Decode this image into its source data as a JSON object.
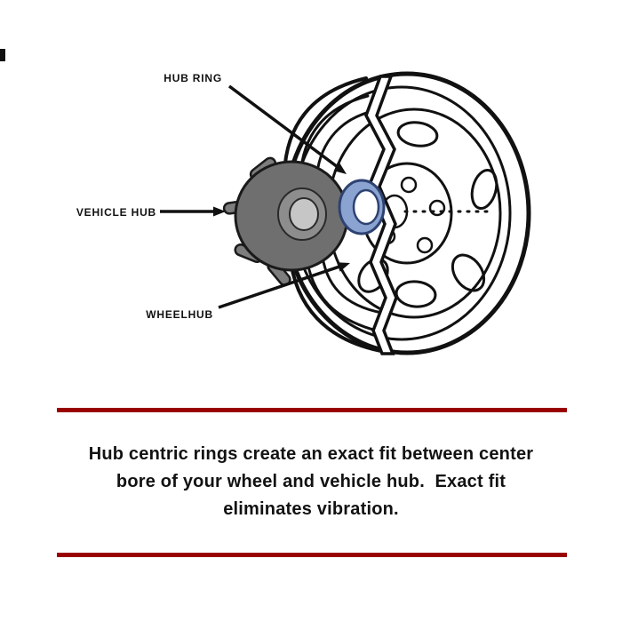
{
  "diagram": {
    "labels": {
      "hub_ring": "HUB RING",
      "vehicle_hub": "VEHICLE HUB",
      "wheelhub": "WHEELHUB"
    },
    "colors": {
      "outline": "#111111",
      "hub_ring_fill": "#8aa3d0",
      "hub_ring_stroke": "#2e4272",
      "vehicle_hub_fill": "#6f6f6f",
      "vehicle_hub_center_fill": "#8d8d8d",
      "vehicle_hub_bore_fill": "#c6c6c6",
      "stud_fill": "#7d7d7d",
      "divider_red": "#990000"
    }
  },
  "caption": {
    "line1": "Hub centric rings create an exact fit between center",
    "line2": "bore of your wheel and vehicle hub.  Exact fit",
    "line3": "eliminates vibration."
  }
}
